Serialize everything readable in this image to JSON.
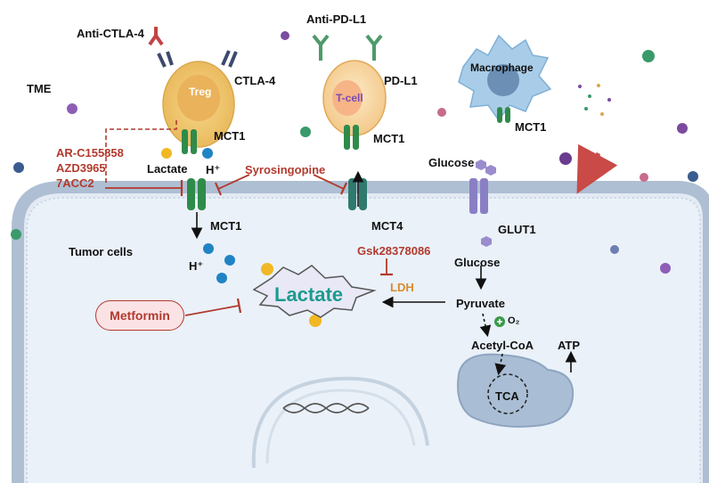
{
  "labels": {
    "tme": "TME",
    "anti_ctla4": "Anti-CTLA-4",
    "ctla4": "CTLA-4",
    "treg": "Treg",
    "mct1_treg": "MCT1",
    "anti_pdl1": "Anti-PD-L1",
    "pdl1": "PD-L1",
    "tcell": "T-cell",
    "mct1_tcell": "MCT1",
    "macrophage": "Macrophage",
    "mct1_macrophage": "MCT1",
    "lactate_top": "Lactate",
    "h_top": "H⁺",
    "syrosingopine": "Syrosingopine",
    "glucose_top": "Glucose",
    "mct1_membrane": "MCT1",
    "mct4": "MCT4",
    "glut1": "GLUT1",
    "tumor_cells": "Tumor cells",
    "h_inside": "H⁺",
    "gsk": "Gsk28378086",
    "ldh": "LDH",
    "glucose_inside": "Glucose",
    "lactate_center": "Lactate",
    "metformin": "Metformin",
    "pyruvate": "Pyruvate",
    "o2": "O₂",
    "acetyl_coa": "Acetyl-CoA",
    "atp": "ATP",
    "tca": "TCA"
  },
  "inhibitors": [
    "AR-C155858",
    "AZD3965",
    "7ACC2"
  ],
  "colors": {
    "inhibitor_red": "#b23a2e",
    "lactate_teal": "#1d9a8f",
    "ldh_orange": "#d98b2b",
    "transporter_green": "#2e8b4a",
    "mct4_teal": "#2f7a6e",
    "glut1_purple": "#8a7fc4",
    "cell_membrane": "#b9c9dc",
    "cytoplasm": "#e9f0f8"
  },
  "icons": [
    "treg-cell",
    "t-cell",
    "macrophage",
    "mitochondrion",
    "dna-helix",
    "nucleus",
    "antibody"
  ]
}
